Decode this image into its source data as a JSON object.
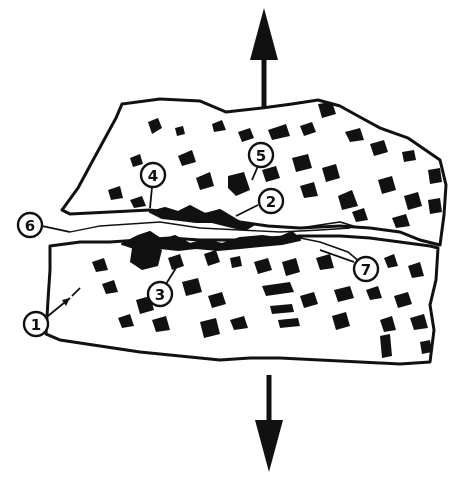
{
  "callouts": [
    {
      "label": "1"
    },
    {
      "label": "2"
    },
    {
      "label": "3"
    },
    {
      "label": "4"
    },
    {
      "label": "5"
    },
    {
      "label": "6"
    },
    {
      "label": "7"
    }
  ],
  "colors": {
    "ink": "#111111",
    "paper": "#ffffff"
  },
  "arrows": {
    "top": "arrow-up",
    "bottom": "arrow-down"
  }
}
